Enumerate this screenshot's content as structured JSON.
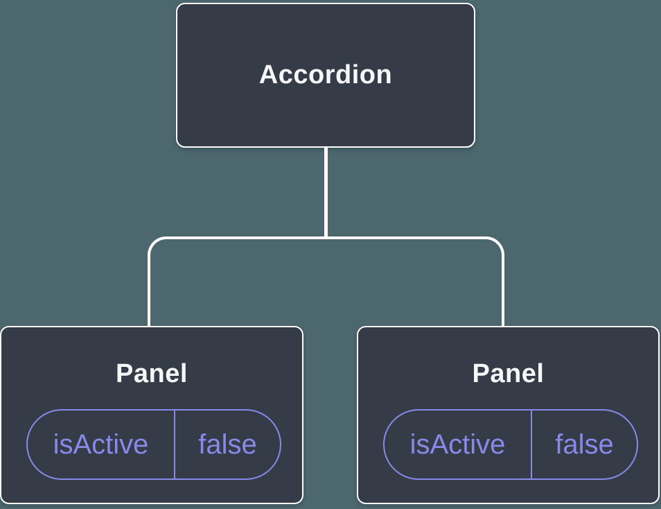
{
  "diagram": {
    "type": "component-tree",
    "root": {
      "label": "Accordion"
    },
    "panels": [
      {
        "label": "Panel",
        "state": {
          "name": "isActive",
          "value": "false"
        }
      },
      {
        "label": "Panel",
        "state": {
          "name": "isActive",
          "value": "false"
        }
      }
    ],
    "colors": {
      "background": "#4c686e",
      "node_fill": "#353b47",
      "node_border": "#ffffff",
      "node_text": "#f6f7f9",
      "state_accent": "#878ae8",
      "connector": "#ffffff"
    }
  }
}
